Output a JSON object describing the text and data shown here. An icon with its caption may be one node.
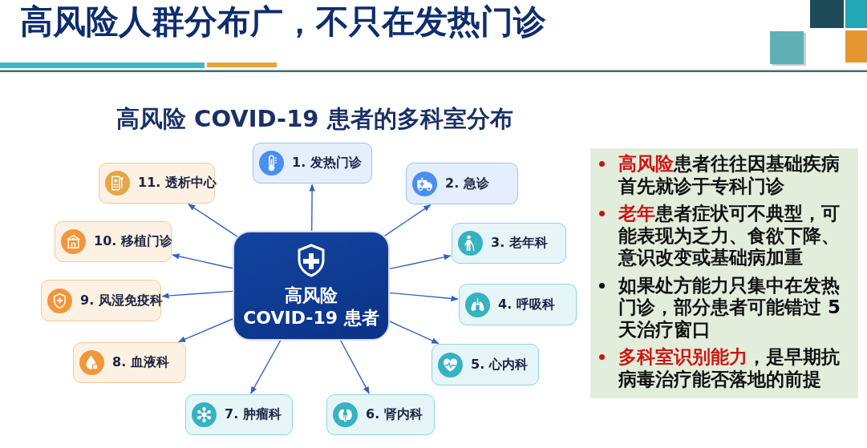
{
  "diagram": {
    "title": "高风险人群分布广，不只在发热门诊",
    "nodes": [
      {
        "text": [
          "高风险 COVID-19 患者"
        ]
      },
      {
        "text": [
          "1. 发热门诊"
        ]
      },
      {
        "text": [
          "2. 急诊"
        ]
      },
      {
        "text": [
          "3. 老年科"
        ]
      },
      {
        "text": [
          "4. 呼吸科"
        ]
      },
      {
        "text": [
          "5. 心内科"
        ]
      },
      {
        "text": [
          "6. 肾内科"
        ]
      },
      {
        "text": [
          "7. 肿瘤科"
        ]
      },
      {
        "text": [
          "8. 血液科"
        ]
      },
      {
        "text": [
          "9. 风湿免疫科"
        ]
      },
      {
        "text": [
          "10. 移植门诊"
        ]
      },
      {
        "text": [
          "11. 透析中心"
        ]
      },
      {
        "text": [
          "**高风险**患者往往因基础疾病首先就诊于专科门诊",
          "**老年**患者症状可不典型，可能表现为乏力、食欲下降、意识改变或基础病加重",
          "如果处方能力只集中在发热门诊，部分患者可能错过 5 天治疗窗口",
          "**多科室识别能力**，是早期抗病毒治疗能否落地的前提"
        ]
      }
    ],
    "edges": [
      {
        "from": 0,
        "to": 1,
        "arrow": "to"
      },
      {
        "from": 0,
        "to": 2,
        "arrow": "to"
      },
      {
        "from": 0,
        "to": 3,
        "arrow": "to"
      },
      {
        "from": 0,
        "to": 4,
        "arrow": "to"
      },
      {
        "from": 0,
        "to": 5,
        "arrow": "to"
      },
      {
        "from": 0,
        "to": 6,
        "arrow": "to"
      },
      {
        "from": 0,
        "to": 7,
        "arrow": "to"
      },
      {
        "from": 0,
        "to": 8,
        "arrow": "to"
      },
      {
        "from": 0,
        "to": 9,
        "arrow": "to"
      },
      {
        "from": 0,
        "to": 10,
        "arrow": "to"
      },
      {
        "from": 0,
        "to": 11,
        "arrow": "to"
      }
    ],
    "labels": [
      "高风险 COVID-19 患者的多科室分布"
    ]
  }
}
